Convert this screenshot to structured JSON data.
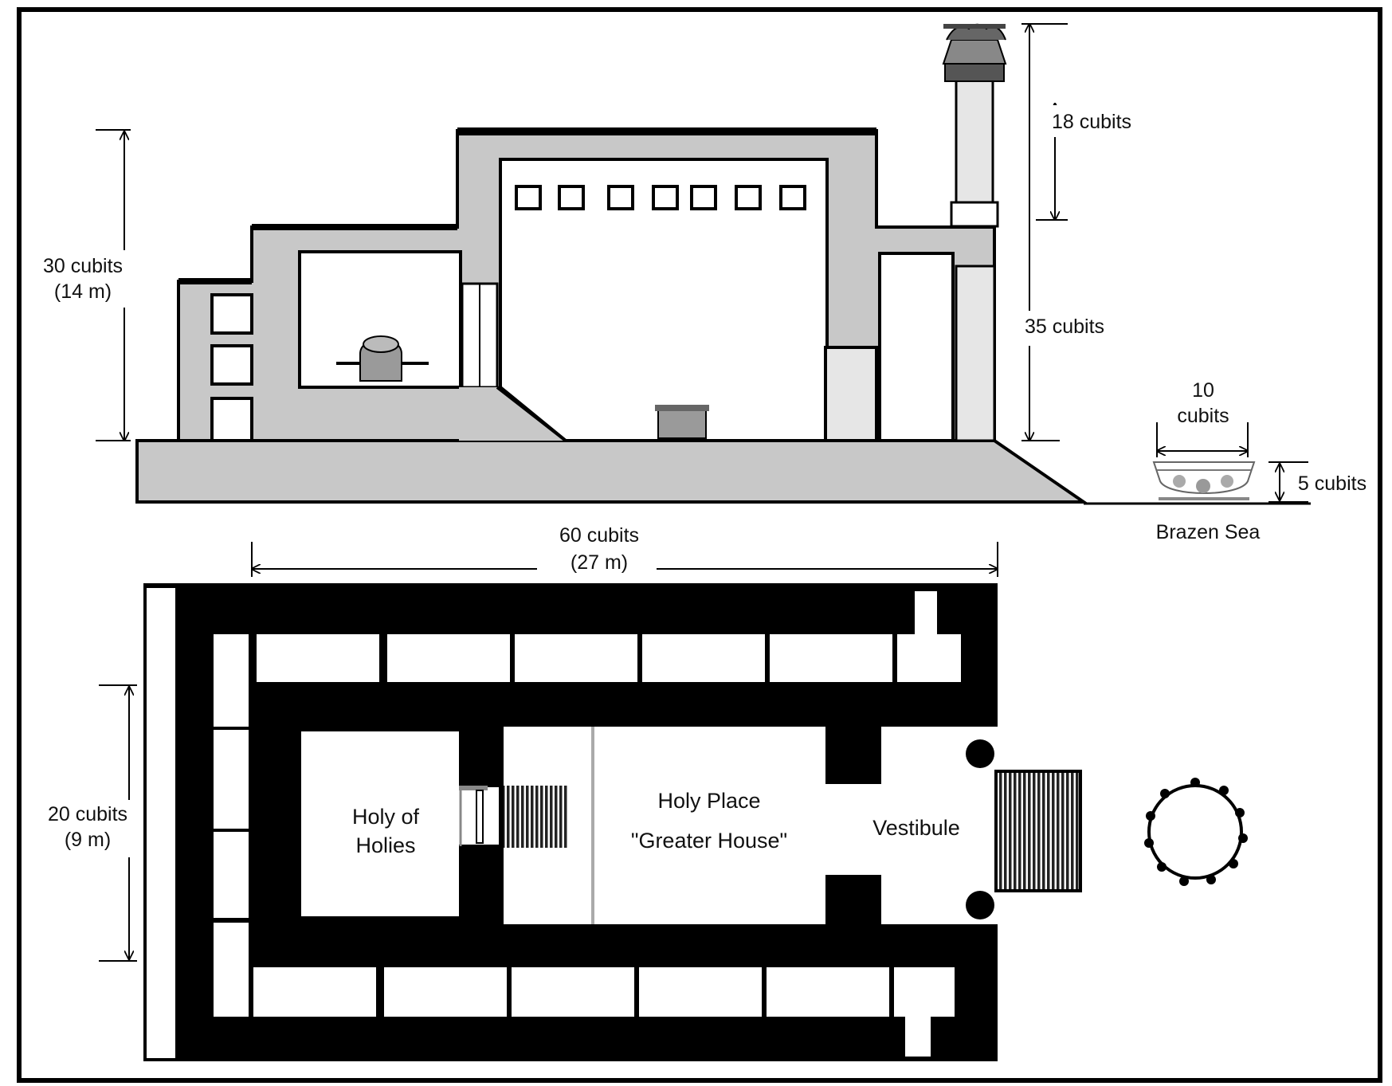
{
  "colors": {
    "wall": "#000000",
    "fill": "#c8c8c8",
    "light": "#e6e6e6",
    "line": "#000000"
  },
  "icons": {
    "altar": "altar-icon",
    "ark": "ark-icon",
    "pillar": "pillar-icon",
    "basin": "brazen-sea-icon",
    "pillar_base": "pillar-base-icon",
    "sea_plan": "brazen-sea-plan-icon"
  },
  "dimensions": {
    "height_left": {
      "line1": "30 cubits",
      "line2": "(14 m)"
    },
    "pillar_top": "18 cubits",
    "pillar_total": "35 cubits",
    "sea_width": {
      "line1": "10",
      "line2": "cubits"
    },
    "sea_height": "5 cubits",
    "length": {
      "line1": "60 cubits",
      "line2": "(27 m)"
    },
    "width": {
      "line1": "20 cubits",
      "line2": "(9 m)"
    }
  },
  "labels": {
    "brazen_sea": "Brazen Sea",
    "holy_of_holies": {
      "line1": "Holy of",
      "line2": "Holies"
    },
    "holy_place": {
      "line1": "Holy Place",
      "line2": "\"Greater House\""
    },
    "vestibule": "Vestibule"
  }
}
